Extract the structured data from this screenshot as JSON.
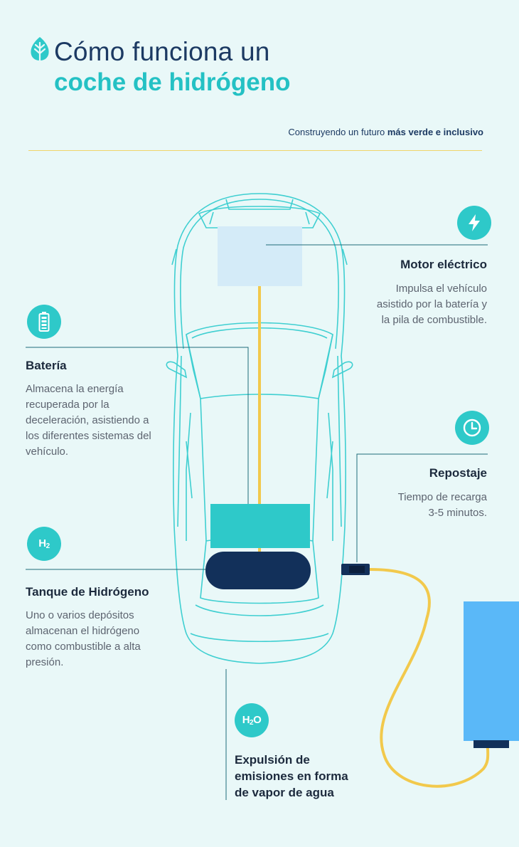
{
  "title": {
    "line1": "Cómo funciona un",
    "line2": "coche de hidrógeno"
  },
  "subtitle": {
    "prefix": "Construyendo un futuro ",
    "emphasis": "más verde e inclusivo"
  },
  "colors": {
    "background": "#e9f8f8",
    "teal": "#2ec9c9",
    "navy": "#1c3a63",
    "yellow": "#f2c94c",
    "motor_block": "#d4ebf8",
    "charger": "#5ab8f8"
  },
  "sections": {
    "motor": {
      "icon": "lightning-icon",
      "heading": "Motor eléctrico",
      "desc_lines": [
        "Impulsa el vehículo",
        "asistido por la batería y",
        "la pila de combustible."
      ]
    },
    "bateria": {
      "icon": "battery-icon",
      "heading": "Batería",
      "desc_lines": [
        "Almacena la energía",
        "recuperada por la",
        "deceleración, asistiendo a",
        "los diferentes sistemas del",
        "vehículo."
      ]
    },
    "repostaje": {
      "icon": "clock-icon",
      "heading": "Repostaje",
      "desc_lines": [
        "Tiempo de recarga",
        "3-5 minutos."
      ]
    },
    "tanque": {
      "badge": "H",
      "badge_sub": "2",
      "heading": "Tanque de Hidrógeno",
      "desc_lines": [
        "Uno o varios depósitos",
        "almacenan el hidrógeno",
        "como combustible a alta",
        "presión."
      ]
    },
    "emisiones": {
      "badge": "H",
      "badge_sub": "2",
      "badge_suffix": "O",
      "heading_lines": [
        "Expulsión de",
        "emisiones en forma",
        "de vapor de agua"
      ]
    }
  }
}
